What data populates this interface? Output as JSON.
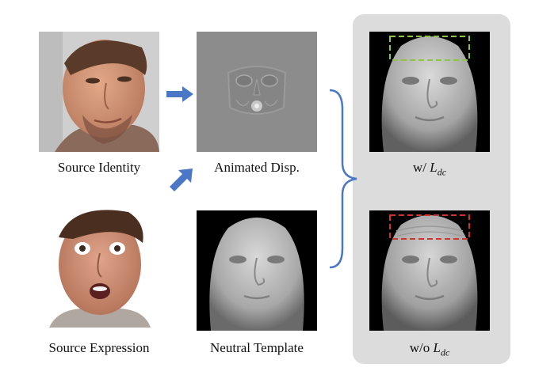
{
  "captions": {
    "source_identity": "Source Identity",
    "source_expression": "Source Expression",
    "animated_disp": "Animated Disp.",
    "neutral_template": "Neutral Template",
    "with_prefix": "w/ ",
    "without_prefix": "w/o ",
    "loss_symbol": "L",
    "loss_subscript": "dc"
  },
  "colors": {
    "arrow": "#4a78c6",
    "brace": "#4a78c6",
    "box_with": "#8dc63f",
    "box_without": "#d0342c",
    "panel_bg": "#dcdcdc"
  }
}
